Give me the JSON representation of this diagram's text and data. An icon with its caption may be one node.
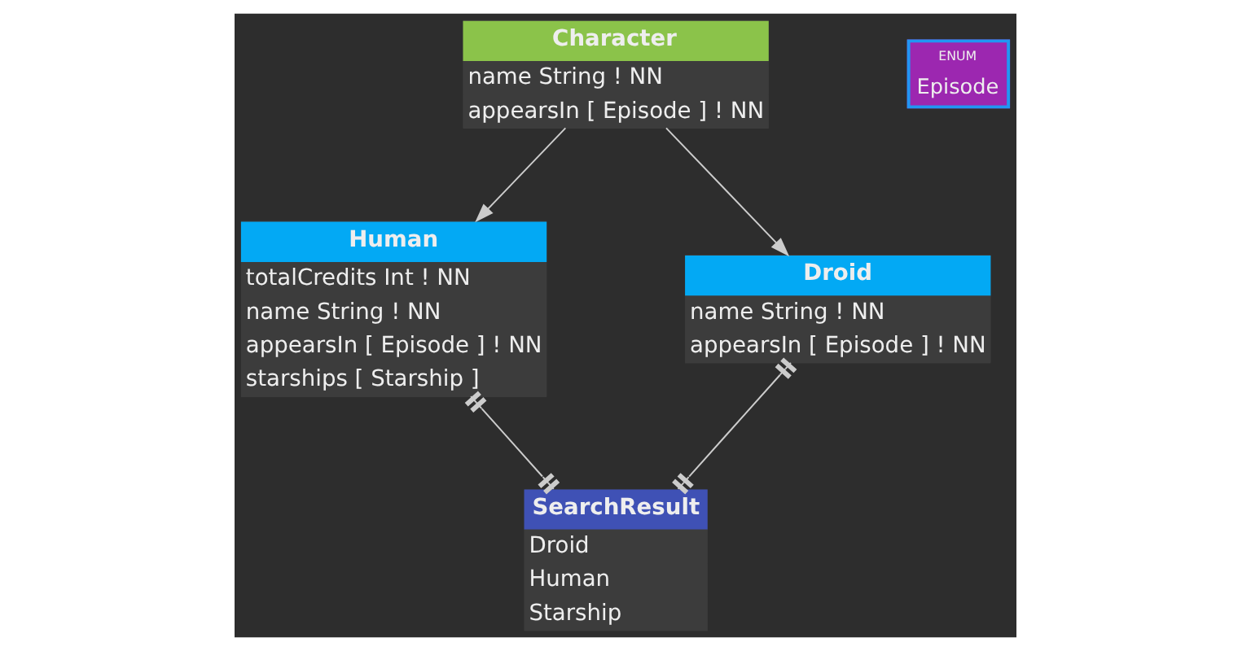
{
  "diagram": {
    "nodes": [
      {
        "text": [
          "Character",
          "name String ! NN",
          "appearsIn [ Episode ] ! NN"
        ]
      },
      {
        "text": [
          "ENUM",
          "Episode"
        ]
      },
      {
        "text": [
          "Human",
          "totalCredits Int ! NN",
          "name String ! NN",
          "appearsIn [ Episode ] ! NN",
          "starships [ Starship ]"
        ]
      },
      {
        "text": [
          "Droid",
          "name String ! NN",
          "appearsIn [ Episode ] ! NN"
        ]
      },
      {
        "text": [
          "SearchResult",
          "Droid",
          "Human",
          "Starship"
        ]
      }
    ],
    "edges": [
      {
        "from": 0,
        "to": 2,
        "arrow": "to"
      },
      {
        "from": 0,
        "to": 3,
        "arrow": "to"
      },
      {
        "from": 2,
        "to": 4,
        "arrow": "other"
      },
      {
        "from": 3,
        "to": 4,
        "arrow": "other"
      }
    ]
  }
}
